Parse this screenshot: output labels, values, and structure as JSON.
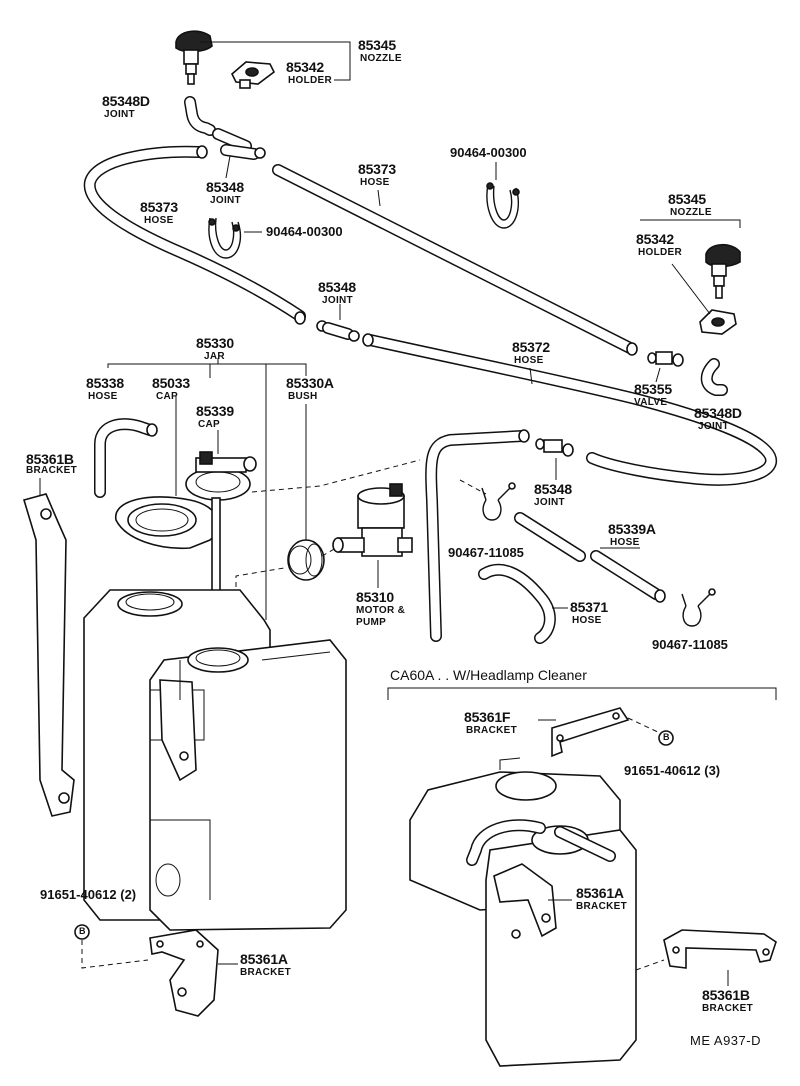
{
  "callouts": {
    "nozzle_top": {
      "number": "85345",
      "name": "NOZZLE"
    },
    "holder_top": {
      "number": "85342",
      "name": "HOLDER"
    },
    "joint_d_top": {
      "number": "85348D",
      "name": "JOINT"
    },
    "joint_top": {
      "number": "85348",
      "name": "JOINT"
    },
    "hose_left": {
      "number": "85373",
      "name": "HOSE"
    },
    "clip_left": {
      "number": "90464-00300"
    },
    "hose_mid": {
      "number": "85373",
      "name": "HOSE"
    },
    "clip_top": {
      "number": "90464-00300"
    },
    "nozzle_right": {
      "number": "85345",
      "name": "NOZZLE"
    },
    "holder_right": {
      "number": "85342",
      "name": "HOLDER"
    },
    "joint_mid": {
      "number": "85348",
      "name": "JOINT"
    },
    "jar": {
      "number": "85330",
      "name": "JAR"
    },
    "hose_long": {
      "number": "85372",
      "name": "HOSE"
    },
    "hose_small": {
      "number": "85338",
      "name": "HOSE"
    },
    "cap_jar": {
      "number": "85033",
      "name": "CAP"
    },
    "cap_small": {
      "number": "85339",
      "name": "CAP"
    },
    "bush": {
      "number": "85330A",
      "name": "BUSH"
    },
    "valve": {
      "number": "85355",
      "name": "VALVE"
    },
    "joint_d_right": {
      "number": "85348D",
      "name": "JOINT"
    },
    "bracket_left": {
      "number": "85361B",
      "name": "BRACKET"
    },
    "joint_lower": {
      "number": "85348",
      "name": "JOINT"
    },
    "clamp_center": {
      "number": "90467-11085"
    },
    "hose_a": {
      "number": "85339A",
      "name": "HOSE"
    },
    "motor_pump": {
      "number": "85310",
      "name_line1": "MOTOR &",
      "name_line2": "PUMP"
    },
    "hose_bent": {
      "number": "85371",
      "name": "HOSE"
    },
    "clamp_right": {
      "number": "90467-11085"
    },
    "bracket_f": {
      "number": "85361F",
      "name": "BRACKET"
    },
    "bolt_right": {
      "number": "91651-40612 (3)",
      "marker": "B"
    },
    "bolt_left": {
      "number": "91651-40612 (2)",
      "marker": "B"
    },
    "bracket_a_right": {
      "number": "85361A",
      "name": "BRACKET"
    },
    "bracket_a_left": {
      "number": "85361A",
      "name": "BRACKET"
    },
    "bracket_b_right": {
      "number": "85361B",
      "name": "BRACKET"
    }
  },
  "section_heading": "CA60A . . W/Headlamp Cleaner",
  "reference_code": "ME  A937-D"
}
